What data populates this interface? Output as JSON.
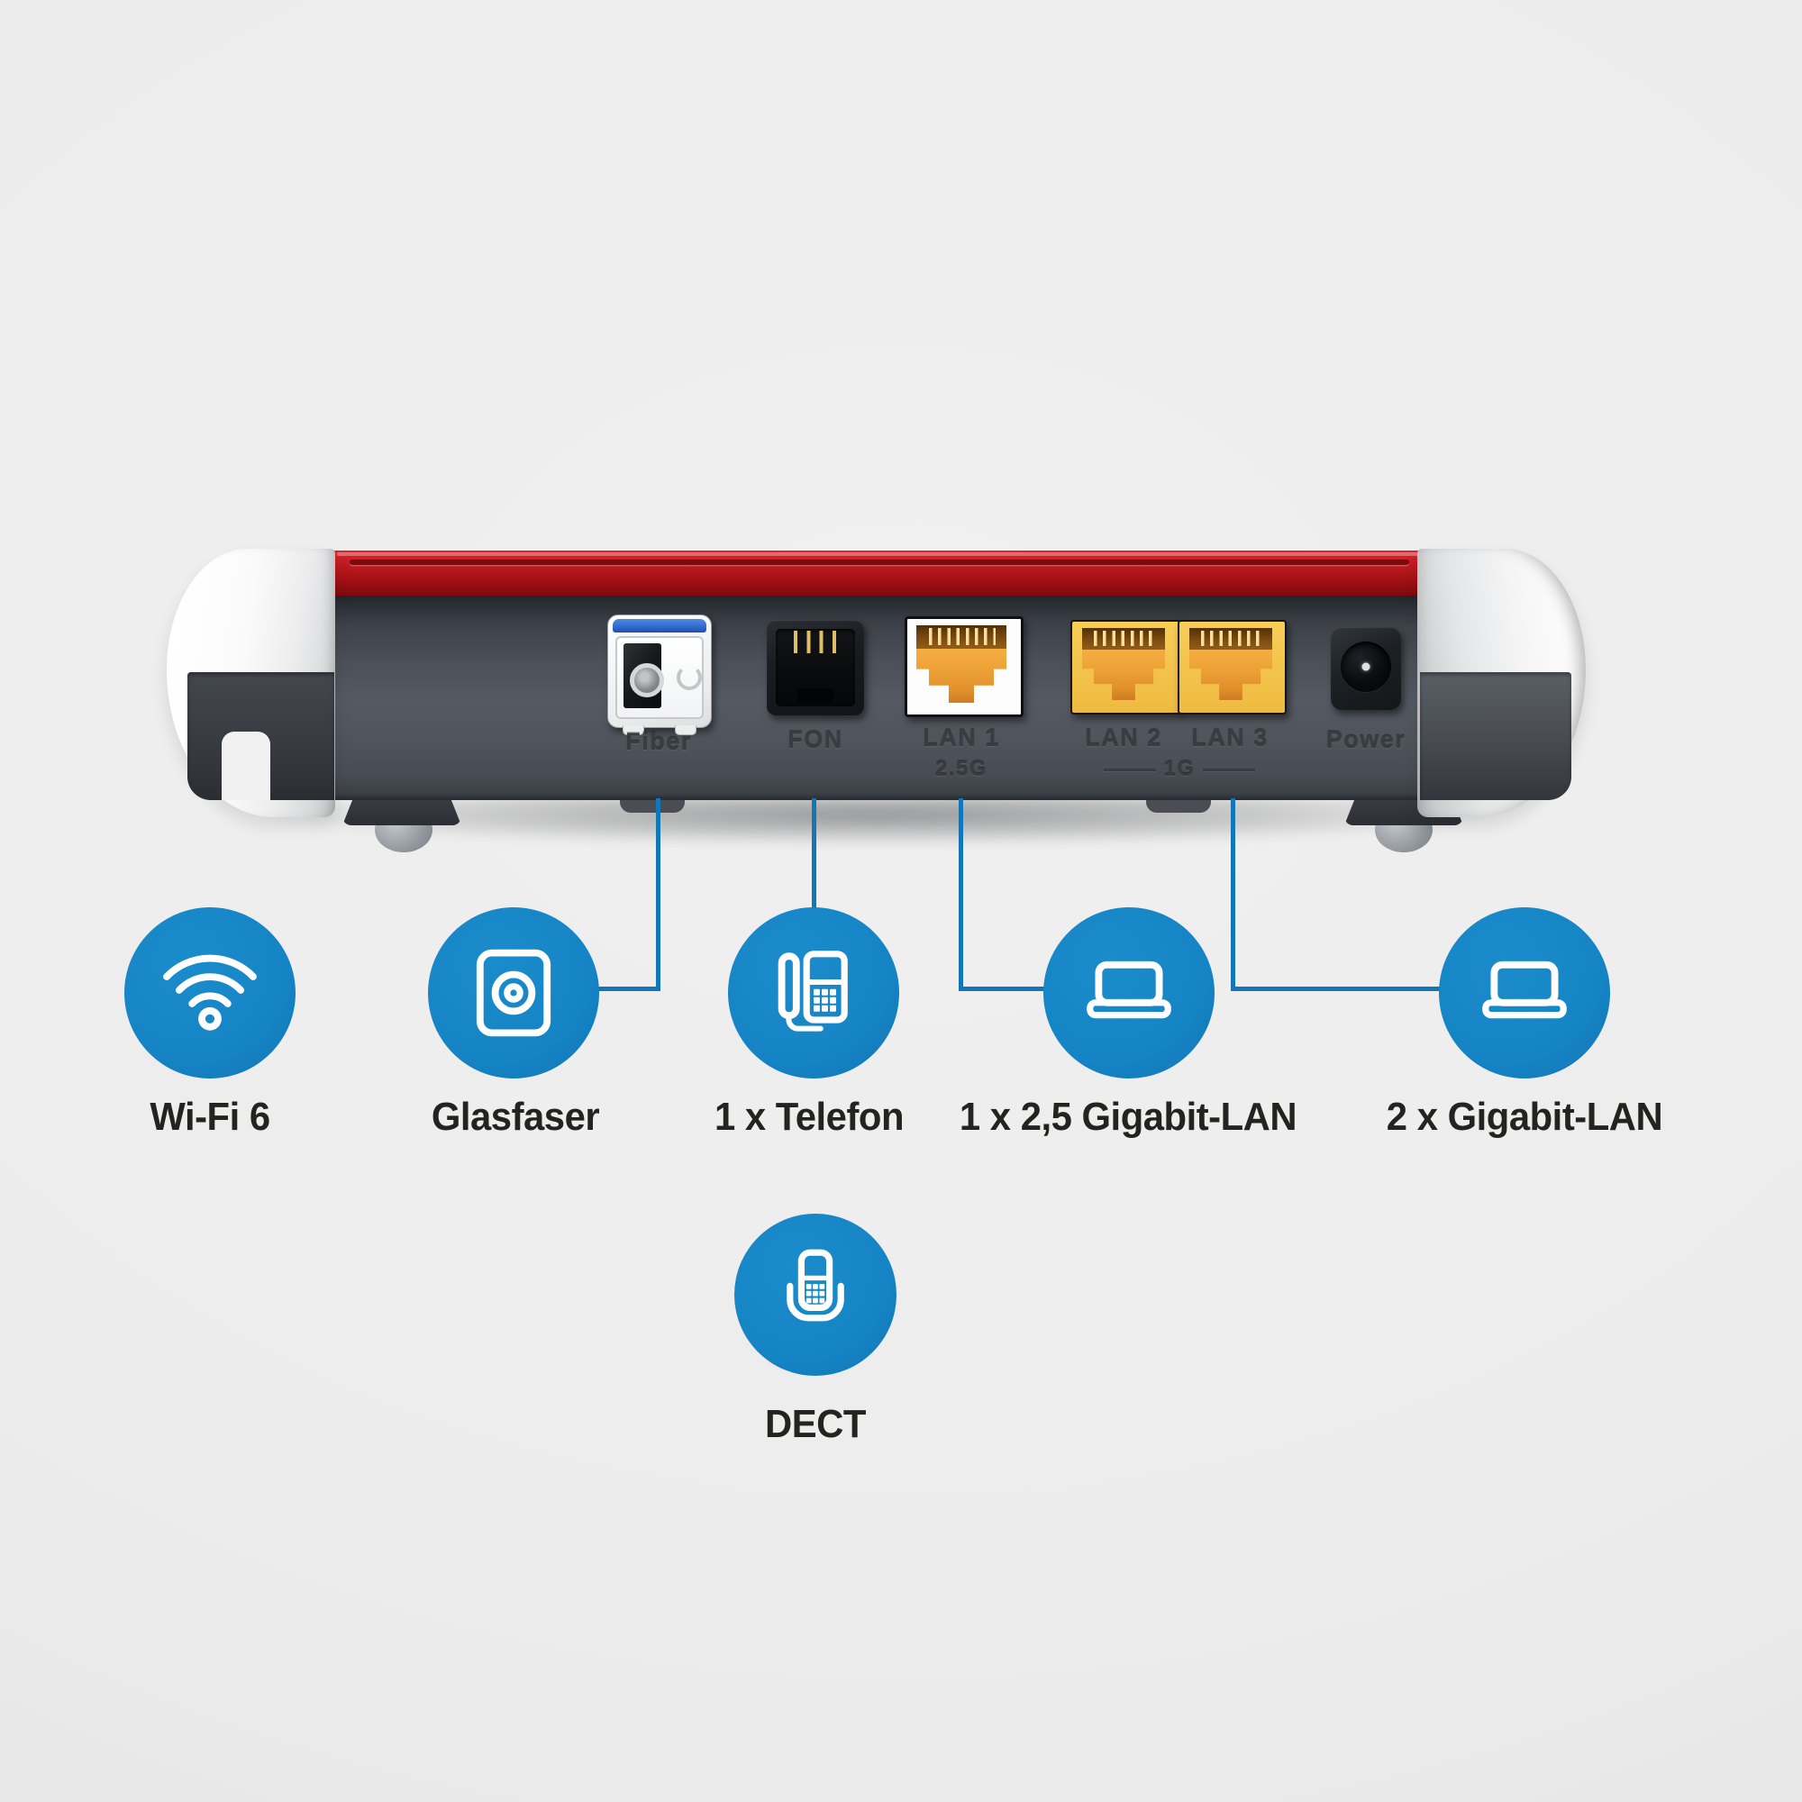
{
  "title": "Fiber router rear panel with feature callouts",
  "colors": {
    "background": "#ececec",
    "brand_red": "#b2161b",
    "body_gray": "#4e525a",
    "badge_blue": "#1584c5",
    "connector_blue": "#1377b7",
    "lan_plate_yellow": "#f3c64f",
    "rj45_orange": "#e99b33",
    "fiber_blue_bar": "#2a63c8",
    "label_black": "#232321"
  },
  "device": {
    "ports": [
      {
        "id": "fiber",
        "label": "Fiber"
      },
      {
        "id": "fon",
        "label": "FON"
      },
      {
        "id": "lan1",
        "label": "LAN 1",
        "sublabel": "2.5G"
      },
      {
        "id": "lan2",
        "label": "LAN 2"
      },
      {
        "id": "lan3",
        "label": "LAN 3"
      },
      {
        "id": "power",
        "label": "Power"
      }
    ],
    "lan_group_label": "1G"
  },
  "features": [
    {
      "id": "wifi",
      "icon": "wifi-icon",
      "label": "Wi-Fi 6"
    },
    {
      "id": "glasfaser",
      "icon": "fiber-wall-socket-icon",
      "label": "Glasfaser",
      "connected_port": "Fiber"
    },
    {
      "id": "telefon",
      "icon": "desk-phone-icon",
      "label": "1 x Telefon",
      "connected_port": "FON"
    },
    {
      "id": "gigabit25",
      "icon": "laptop-icon",
      "label": "1 x 2,5 Gigabit-LAN",
      "connected_port": "LAN 1"
    },
    {
      "id": "gigabit1",
      "icon": "laptop-icon",
      "label": "2 x Gigabit-LAN",
      "connected_port": "LAN 2, LAN 3"
    },
    {
      "id": "dect",
      "icon": "cordless-phone-icon",
      "label": "DECT"
    }
  ]
}
